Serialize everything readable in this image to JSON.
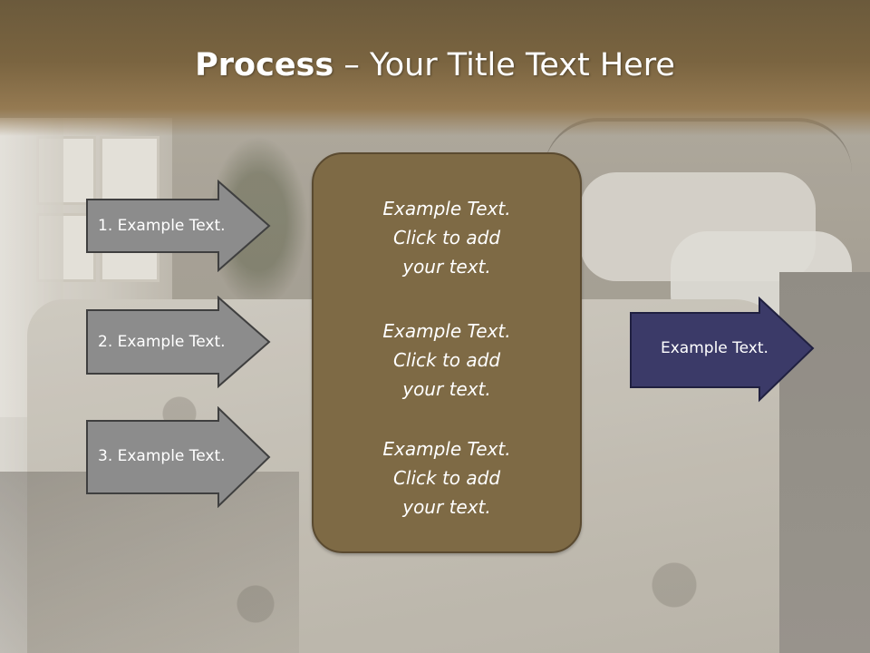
{
  "title": {
    "bold": "Process",
    "rest": " – Your Title Text Here"
  },
  "left_arrows": [
    {
      "label": "1. Example Text."
    },
    {
      "label": "2. Example Text."
    },
    {
      "label": "3. Example Text."
    }
  ],
  "center_box": {
    "items": [
      {
        "line1": "Example Text.",
        "line2": "Click  to add",
        "line3": "your text."
      },
      {
        "line1": "Example Text.",
        "line2": "Click  to add",
        "line3": "your text."
      },
      {
        "line1": "Example Text.",
        "line2": "Click  to add",
        "line3": "your text."
      }
    ]
  },
  "right_arrow": {
    "label": "Example Text."
  },
  "colors": {
    "title_band": "#7a6440",
    "center_box": "#7e6a45",
    "left_arrow_fill": "#8c8c8c",
    "right_arrow_fill": "#3b3a68"
  }
}
